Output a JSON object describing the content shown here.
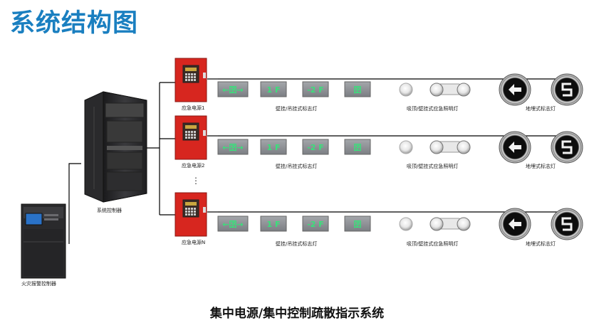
{
  "page_title": "系统结构图",
  "caption": "集中电源/集中控制疏散指示系统",
  "fire_alarm_controller": {
    "label": "火灾报警控制器"
  },
  "system_controller": {
    "label": "系统控制器"
  },
  "ellipsis": "⋮",
  "rows": [
    {
      "power_label": "应急电源1",
      "sign_texts": [
        "←囝→",
        "1 F",
        "-2 F",
        "囝"
      ],
      "wall_label": "壁挂/吊挂式标志灯",
      "ceiling_label": "吸顶/壁挂式应急照明灯",
      "floor_label": "地埋式标志灯"
    },
    {
      "power_label": "应急电源2",
      "sign_texts": [
        "←囝→",
        "1 F",
        "-2 F",
        "囝"
      ],
      "wall_label": "壁挂/吊挂式标志灯",
      "ceiling_label": "吸顶/壁挂式应急照明灯",
      "floor_label": "地埋式标志灯"
    },
    {
      "power_label": "应急电源N",
      "sign_texts": [
        "←囝→",
        "1 F",
        "-2 F",
        "囝"
      ],
      "wall_label": "壁挂/吊挂式标志灯",
      "ceiling_label": "吸顶/壁挂式应急照明灯",
      "floor_label": "地埋式标志灯"
    }
  ],
  "colors": {
    "title": "#1a7fc0",
    "power_box": "#d7261f",
    "sign_bg": "#8e9196",
    "sign_text": "#39e07a",
    "controller": "#2c2c2e"
  }
}
